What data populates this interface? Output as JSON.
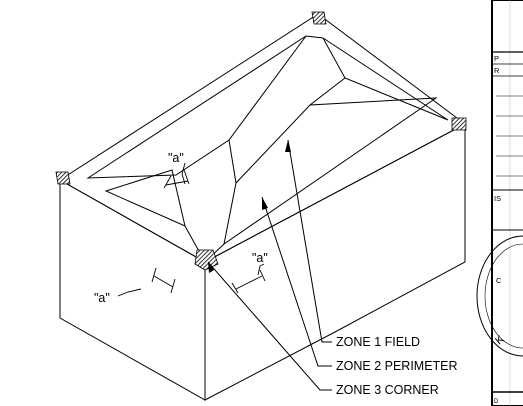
{
  "drawing": {
    "zone_labels": {
      "field": "ZONE 1 FIELD",
      "perimeter": "ZONE 2 PERIMETER",
      "corner": "ZONE 3 CORNER"
    },
    "dimension_labels": [
      "\"a\"",
      "\"a\"",
      "\"a\""
    ]
  },
  "title_block": {
    "row_fragments": [
      "P",
      "R",
      "IS",
      "D"
    ],
    "stamp_fragments": [
      "C",
      "K"
    ]
  }
}
